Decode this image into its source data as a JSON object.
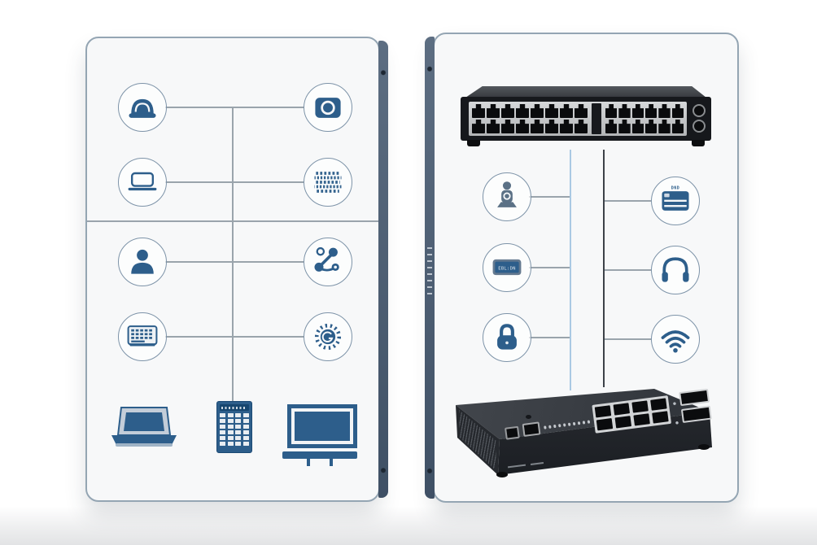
{
  "scene": {
    "type": "network-connectivity-diagram",
    "accent_navy": "#2d5e8b",
    "ring_color": "#7d93a8",
    "line_gray": "#9aa4ac",
    "line_light_blue": "#aac9e3",
    "line_dark": "#3c4148",
    "spine_color": "#47586c"
  },
  "left_board": {
    "name": "endpoint-devices-board",
    "icon_rows": [
      {
        "left_icon": "service-bell-icon",
        "right_icon": "camera-icon"
      },
      {
        "left_icon": "laptop-icon",
        "right_icon": "pixel-grid-icon"
      },
      {
        "left_icon": "user-icon",
        "right_icon": "network-nodes-icon"
      },
      {
        "left_icon": "keypad-icon",
        "right_icon": "gear-sun-icon"
      }
    ],
    "devices": [
      {
        "name": "laptop"
      },
      {
        "name": "calculator-keypad",
        "keys": 24
      },
      {
        "name": "monitor"
      }
    ]
  },
  "right_board": {
    "name": "network-equipment-board",
    "top_device": {
      "name": "24-port-patch-panel",
      "left_port_group": 16,
      "right_port_group": 12,
      "round_connectors": 2
    },
    "icon_rows": [
      {
        "left_icon": "webcam-icon",
        "right_icon": "key-card-icon",
        "right_label": "DND"
      },
      {
        "left_icon": "lcd-badge-icon",
        "badge_text": "EBL:DN",
        "right_icon": "headphones-icon"
      },
      {
        "left_icon": "padlock-icon",
        "right_icon": "wifi-icon"
      }
    ],
    "bottom_device": {
      "name": "8-port-switch",
      "rj45_ports": 8,
      "status_leds": 10,
      "uplink_ports": 2
    }
  }
}
